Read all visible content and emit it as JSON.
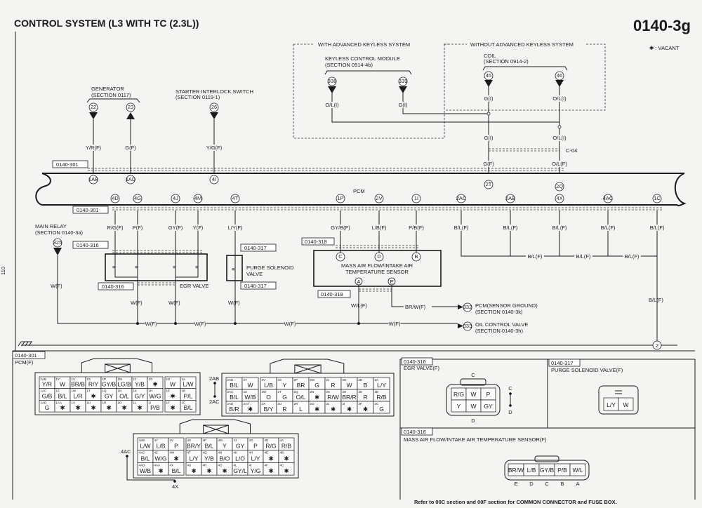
{
  "header": {
    "title": "CONTROL SYSTEM (L3 WITH TC (2.3L))",
    "page": "0140-3g",
    "vacant_legend": "✱ : VACANT"
  },
  "groups": {
    "with_keyless": "WITH ADVANCED KEYLESS SYSTEM",
    "without_keyless": "WITHOUT ADVANCED KEYLESS SYSTEM"
  },
  "components": {
    "generator": {
      "name": "GENERATOR",
      "section": "(SECTION 0117)"
    },
    "starter": {
      "name": "STARTER INTERLOCK SWITCH",
      "section": "(SECTION 0119-1)"
    },
    "keyless": {
      "name": "KEYLESS CONTROL MODULE",
      "section": "(SECTION 0914-4b)"
    },
    "coil": {
      "name": "COIL",
      "section": "(SECTION 0914-2)"
    },
    "main_relay": {
      "name": "MAIN RELAY",
      "section": "(SECTION 0140-3a)"
    },
    "pcm": "PCM",
    "egr": "EGR VALVE",
    "purge": {
      "line1": "PURGE SOLENOID",
      "line2": "VALVE"
    },
    "maf": {
      "line1": "MASS AIR FLOW/INTAKE AIR",
      "line2": "TEMPERATURE SENSOR"
    },
    "pcm_ground": {
      "name": "PCM(SENSOR GROUND)",
      "section": "(SECTION 0140-3k)",
      "pin": "332"
    },
    "oil_control": {
      "name": "OIL CONTROL VALVE",
      "section": "(SECTION 0140-3h)",
      "pin": "333"
    }
  },
  "connector_refs": {
    "pcm": "0140-301",
    "egr": "0140-316",
    "purge": "0140-317",
    "maf": "0140-318",
    "joint": "C-04"
  },
  "top_wires": [
    {
      "pin": "22",
      "dir": "down",
      "wire": "Y/R(F)",
      "terminal": "1AB"
    },
    {
      "pin": "23",
      "dir": "up",
      "wire": "G(F)",
      "terminal": "1AD"
    },
    {
      "pin": "26",
      "dir": "down",
      "wire": "Y/G(F)",
      "terminal": "4I"
    }
  ],
  "keyless_wires": [
    {
      "pin": "338",
      "wire": "O/L(I)"
    },
    {
      "pin": "339",
      "wire": "G(I)"
    }
  ],
  "coil_wires": [
    {
      "pin": "45",
      "wire": "G(I)",
      "wire_mid": "G(I)",
      "wire_low": "G(F)",
      "terminal": "2T"
    },
    {
      "pin": "46",
      "wire": "O/L(I)",
      "wire_mid": "O/L(I)",
      "wire_low": "O/L(F)",
      "terminal": "2Q"
    }
  ],
  "bottom_wires": [
    {
      "terminal": "4D",
      "wire": "R/G(F)"
    },
    {
      "terminal": "4G",
      "wire": "P(F)"
    },
    {
      "terminal": "4J",
      "wire": "GY(F)"
    },
    {
      "terminal": "4M",
      "wire": "Y(F)"
    },
    {
      "terminal": "4T",
      "wire": "L/Y(F)"
    },
    {
      "terminal": "1P",
      "wire": "GY/B(F)",
      "sensor_pin": "C"
    },
    {
      "terminal": "2V",
      "wire": "L/B(F)",
      "sensor_pin": "D"
    },
    {
      "terminal": "1I",
      "wire": "P/B(F)",
      "sensor_pin": "B"
    },
    {
      "terminal": "2AC",
      "wire": "B/L(F)"
    },
    {
      "terminal": "2AB",
      "wire": "B/L(F)"
    },
    {
      "terminal": "4X",
      "wire": "B/L(F)"
    },
    {
      "terminal": "4AC",
      "wire": "B/L(F)"
    },
    {
      "terminal": "1C",
      "wire": "B/L(F)"
    }
  ],
  "power_wires": {
    "main_relay_pin": "325",
    "main": "W(F)",
    "egr1": "W(F)",
    "egr2": "W(F)",
    "purge": "W(F)",
    "bus": [
      "W(F)",
      "W(F)",
      "W(F)",
      "W(F)"
    ],
    "maf_a": "W/L(F)",
    "maf_pin_a": "A",
    "maf_pin_e": "E",
    "maf_e": "BR/W(F)"
  },
  "ground_wires": {
    "bus": [
      "B/L(F)",
      "B/L(F)",
      "B/L(F)"
    ],
    "down": "B/L(F)",
    "ground_point": "2"
  },
  "connectors": {
    "pcm1": {
      "ref": "0140-301",
      "name": "PCM(F)",
      "left": [
        [
          [
            "1AB",
            "Y/R"
          ],
          [
            "1Y",
            "W"
          ],
          [
            "1V",
            "BR/B"
          ],
          [
            "1S",
            "R/Y"
          ],
          [
            "1P",
            "GY/B"
          ],
          [
            "1M",
            "LG/B"
          ],
          [
            "1J",
            "Y/B"
          ],
          [
            "1G",
            "✱"
          ]
        ],
        [
          [
            "1AC",
            "G/B"
          ],
          [
            "1Z",
            "B/L"
          ],
          [
            "1W",
            "L/R"
          ],
          [
            "1T",
            "✱"
          ],
          [
            "1Q",
            "GY"
          ],
          [
            "1N",
            "O/L"
          ],
          [
            "1K",
            "G/Y"
          ],
          [
            "1H",
            "W/G"
          ]
        ],
        [
          [
            "1AD",
            "G"
          ],
          [
            "1AA",
            "✱"
          ],
          [
            "1X",
            "✱"
          ],
          [
            "1U",
            "✱"
          ],
          [
            "1R",
            "✱"
          ],
          [
            "1O",
            "✱"
          ],
          [
            "1L",
            "✱"
          ],
          [
            "1I",
            "P/B"
          ]
        ]
      ],
      "right": [
        [
          [
            "1D",
            "W"
          ],
          [
            "1A",
            "L/W"
          ]
        ],
        [
          [
            "1E",
            "✱"
          ],
          [
            "1B",
            "P/L"
          ]
        ],
        [
          [
            "1F",
            "✱"
          ],
          [
            "1C",
            "B/L"
          ]
        ]
      ]
    },
    "pcm2": {
      "joint_top": "2AB",
      "joint_bottom": "2AC",
      "left": [
        [
          [
            "2AB",
            "B/L"
          ],
          [
            "2Y",
            "W"
          ]
        ],
        [
          [
            "2AC",
            "B/L"
          ],
          [
            "2Z",
            "W/B"
          ]
        ],
        [
          [
            "2AD",
            "B/R"
          ],
          [
            "2AA",
            "✱"
          ]
        ]
      ],
      "right": [
        [
          [
            "2V",
            "L/B"
          ],
          [
            "2S",
            "Y"
          ],
          [
            "2P",
            "BR"
          ],
          [
            "2M",
            "G"
          ],
          [
            "2J",
            "R"
          ],
          [
            "2G",
            "W"
          ],
          [
            "2D",
            "B"
          ],
          [
            "2A",
            "L/Y"
          ]
        ],
        [
          [
            "2W",
            "O"
          ],
          [
            "2T",
            "G"
          ],
          [
            "2Q",
            "O/L"
          ],
          [
            "2N",
            "✱"
          ],
          [
            "2K",
            "R/W"
          ],
          [
            "2H",
            "BR/R"
          ],
          [
            "2E",
            "R"
          ],
          [
            "2B",
            "R/B"
          ]
        ],
        [
          [
            "2X",
            "B/Y"
          ],
          [
            "2U",
            "R"
          ],
          [
            "2R",
            "L"
          ],
          [
            "2O",
            "✱"
          ],
          [
            "2L",
            "✱"
          ],
          [
            "2I",
            "✱"
          ],
          [
            "2F",
            "✱"
          ],
          [
            "2C",
            "G"
          ]
        ]
      ]
    },
    "pcm4": {
      "joint_top": "4AC",
      "joint_bottom": "4X",
      "left": [
        [
          [
            "4AB",
            "L/W"
          ],
          [
            "4Y",
            "L/B"
          ],
          [
            "4V",
            "P"
          ]
        ],
        [
          [
            "4AC",
            "B/L"
          ],
          [
            "4Z",
            "W/G"
          ],
          [
            "4W",
            "✱"
          ]
        ],
        [
          [
            "4AD",
            "W/B"
          ],
          [
            "4AA",
            "✱"
          ],
          [
            "4X",
            "B/L"
          ]
        ]
      ],
      "right": [
        [
          [
            "4S",
            "BR/Y"
          ],
          [
            "4P",
            "B/L"
          ],
          [
            "4M",
            "Y"
          ],
          [
            "4J",
            "GY"
          ],
          [
            "4G",
            "P"
          ],
          [
            "4D",
            "R/G"
          ],
          [
            "4A",
            "R/B"
          ]
        ],
        [
          [
            "4T",
            "L/Y"
          ],
          [
            "4Q",
            "Y/B"
          ],
          [
            "4N",
            "B/O"
          ],
          [
            "4K",
            "L/O"
          ],
          [
            "4H",
            "L/Y"
          ],
          [
            "4E",
            "✱"
          ],
          [
            "4B",
            "✱"
          ]
        ],
        [
          [
            "4U",
            "✱"
          ],
          [
            "4R",
            "✱"
          ],
          [
            "4O",
            "✱"
          ],
          [
            "4L",
            "GY/L"
          ],
          [
            "4I",
            "Y/G"
          ],
          [
            "4F",
            "✱"
          ],
          [
            "4C",
            "✱"
          ]
        ]
      ]
    },
    "egr": {
      "ref": "0140-316",
      "name": "EGR VALVE(F)",
      "top_label": "C",
      "bottom_label": "D",
      "joint_top": "C",
      "joint_bottom": "D",
      "cells": [
        [
          "R/G",
          "W",
          "P"
        ],
        [
          "Y",
          "W",
          "GY"
        ]
      ]
    },
    "purge": {
      "ref": "0140-317",
      "name": "PURGE SOLENOID VALVE(F)",
      "cells": [
        "L/Y",
        "W"
      ]
    },
    "maf": {
      "ref": "0140-318",
      "name": "MASS AIR FLOW/INTAKE AIR TEMPERATURE SENSOR(F)",
      "cells": [
        "BR/W",
        "L/B",
        "GY/B",
        "P/B",
        "W/L"
      ],
      "pins": [
        "E",
        "D",
        "C",
        "B",
        "A"
      ]
    }
  },
  "footer": "Refer to 00C section and 00F section for COMMON CONNECTOR and FUSE BOX.",
  "side_page_number": "110"
}
